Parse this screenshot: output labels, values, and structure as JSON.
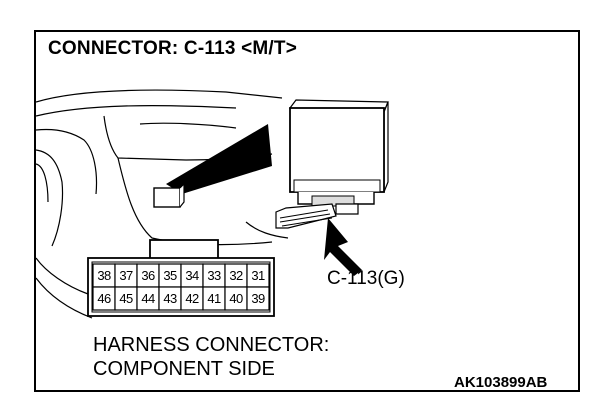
{
  "title": "CONNECTOR: C-113 <M/T>",
  "callout": "C-113(G)",
  "caption": {
    "line1": "HARNESS CONNECTOR:",
    "line2": "COMPONENT SIDE"
  },
  "reference_code": "AK103899AB",
  "connector": {
    "top_row": [
      "38",
      "37",
      "36",
      "35",
      "34",
      "33",
      "32",
      "31"
    ],
    "bottom_row": [
      "46",
      "45",
      "44",
      "43",
      "42",
      "41",
      "40",
      "39"
    ]
  }
}
